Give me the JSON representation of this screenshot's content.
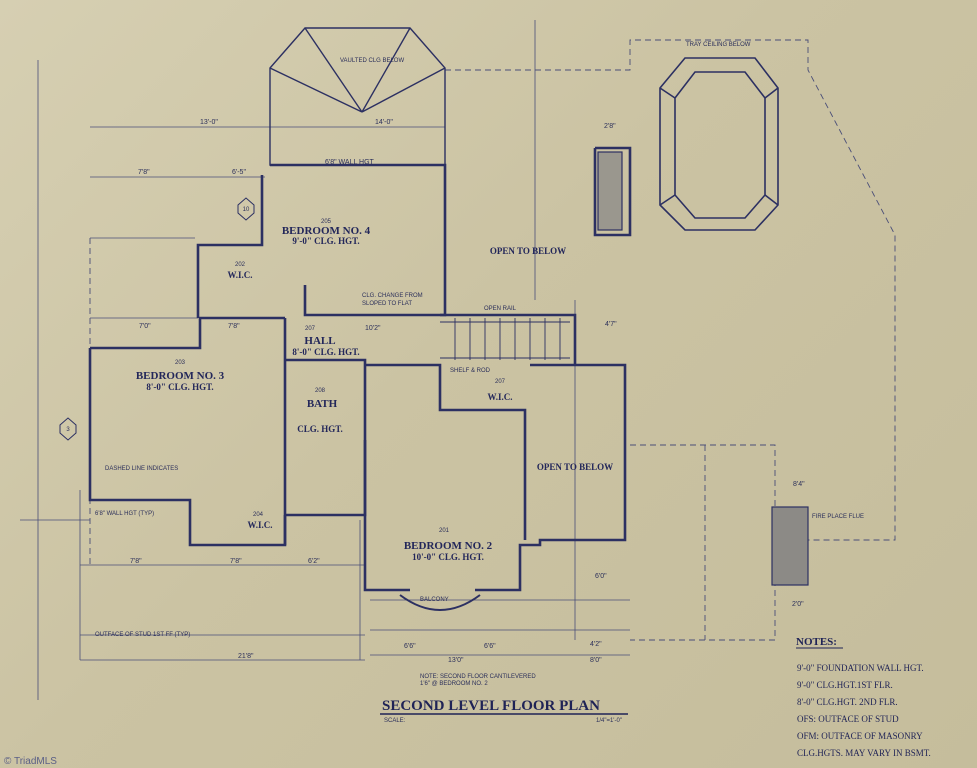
{
  "title": {
    "text": "SECOND LEVEL FLOOR PLAN",
    "scale_label": "SCALE:",
    "scale_value": "1/4\"=1'-0\""
  },
  "rooms": {
    "bed4": {
      "number": "205",
      "name": "BEDROOM NO. 4",
      "ceiling": "9'-0\" CLG. HGT."
    },
    "bed3": {
      "number": "203",
      "name": "BEDROOM NO. 3",
      "ceiling": "8'-0\" CLG. HGT."
    },
    "hall": {
      "number": "207",
      "name": "HALL",
      "ceiling": "8'-0\" CLG. HGT."
    },
    "bath": {
      "number": "208",
      "name": "BATH",
      "ceiling": "CLG. HGT."
    },
    "bed2": {
      "number": "201",
      "name": "BEDROOM NO. 2",
      "ceiling": "10'-0\" CLG. HGT."
    },
    "wic202": {
      "number": "202",
      "name": "W.I.C."
    },
    "wic207": {
      "number": "207",
      "name": "W.I.C."
    },
    "wic204": {
      "number": "204",
      "name": "W.I.C."
    }
  },
  "labels": {
    "open_upper": "OPEN TO BELOW",
    "open_lower": "OPEN TO BELOW",
    "vaulted_clg": "VAULTED CLG BELOW",
    "tray_ceiling": "TRAY CEILING BELOW",
    "clg_change": "CLG. CHANGE FROM",
    "clg_change2": "SLOPED TO FLAT",
    "open_rail": "OPEN RAIL",
    "fireplace_flue": "FIRE PLACE FLUE",
    "shelf_rod": "SHELF & ROD",
    "sloped_note": "DASHED LINE INDICATES",
    "wall_hgt": "6'8\" WALL HGT (TYP)",
    "outface_stud": "OUTFACE OF STUD 1ST FF (TYP)",
    "cantilever": "NOTE: SECOND FLOOR CANTILEVERED",
    "cantilever2": "1'6\" @ BEDROOM NO. 2",
    "balcony": "BALCONY"
  },
  "markers": {
    "hex_top": "10",
    "hex_left": "3"
  },
  "dims": {
    "d1": "13'-0\"",
    "d2": "14'-0\"",
    "d3": "7'8\"",
    "d4": "6'-5\"",
    "d5": "7'0\"",
    "d6": "7'8\"",
    "d7": "7'8\"",
    "d8": "7'8\"",
    "d9": "6'2\"",
    "d10": "21'8\"",
    "d11": "13'0\"",
    "d12": "8'0\"",
    "d13": "6'6\"",
    "d14": "6'6\"",
    "d15": "4'7\"",
    "d16": "10'2\"",
    "d17": "6'8\" WALL HGT",
    "d18": "8'4\"",
    "d19": "2'0\"",
    "d20": "2'8\"",
    "d21": "6'0\"",
    "d22": "4'2\""
  },
  "notes": {
    "heading": "NOTES:",
    "lines": [
      "9'-0\" FOUNDATION WALL HGT.",
      "9'-0\" CLG.HGT.1ST FLR.",
      "8'-0\" CLG.HGT. 2ND FLR.",
      "OFS: OUTFACE OF STUD",
      "OFM: OUTFACE OF MASONRY",
      "CLG.HGTS. MAY VARY IN BSMT."
    ]
  },
  "watermark": "© TriadMLS"
}
